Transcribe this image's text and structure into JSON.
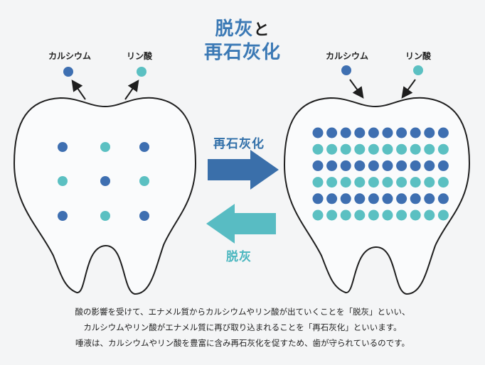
{
  "title": {
    "line1_main": "脱灰",
    "line1_particle": "と",
    "line2": "再石灰化"
  },
  "left_tooth": {
    "calcium_label": "カルシウム",
    "phosphorus_label": "リン酸"
  },
  "right_tooth": {
    "calcium_label": "カルシウム",
    "phosphorus_label": "リン酸"
  },
  "arrows": {
    "remineralization_label": "再石灰化",
    "demineralization_label": "脱灰"
  },
  "colors": {
    "calcium": "#3e6fb1",
    "phosphorus": "#5bc0c2",
    "title": "#3b79b5",
    "arrow_forward": "#3a6faa",
    "arrow_back": "#58bcc3"
  },
  "caption": {
    "line1": "酸の影響を受けて、エナメル質からカルシウムやリン酸が出ていくことを「脱灰」といい、",
    "line2": "カルシウムやリン酸がエナメル質に再び取り込まれることを「再石灰化」といいます。",
    "line3": "唾液は、カルシウムやリン酸を豊富に含み再石灰化を促すため、歯が守られているのです。"
  }
}
